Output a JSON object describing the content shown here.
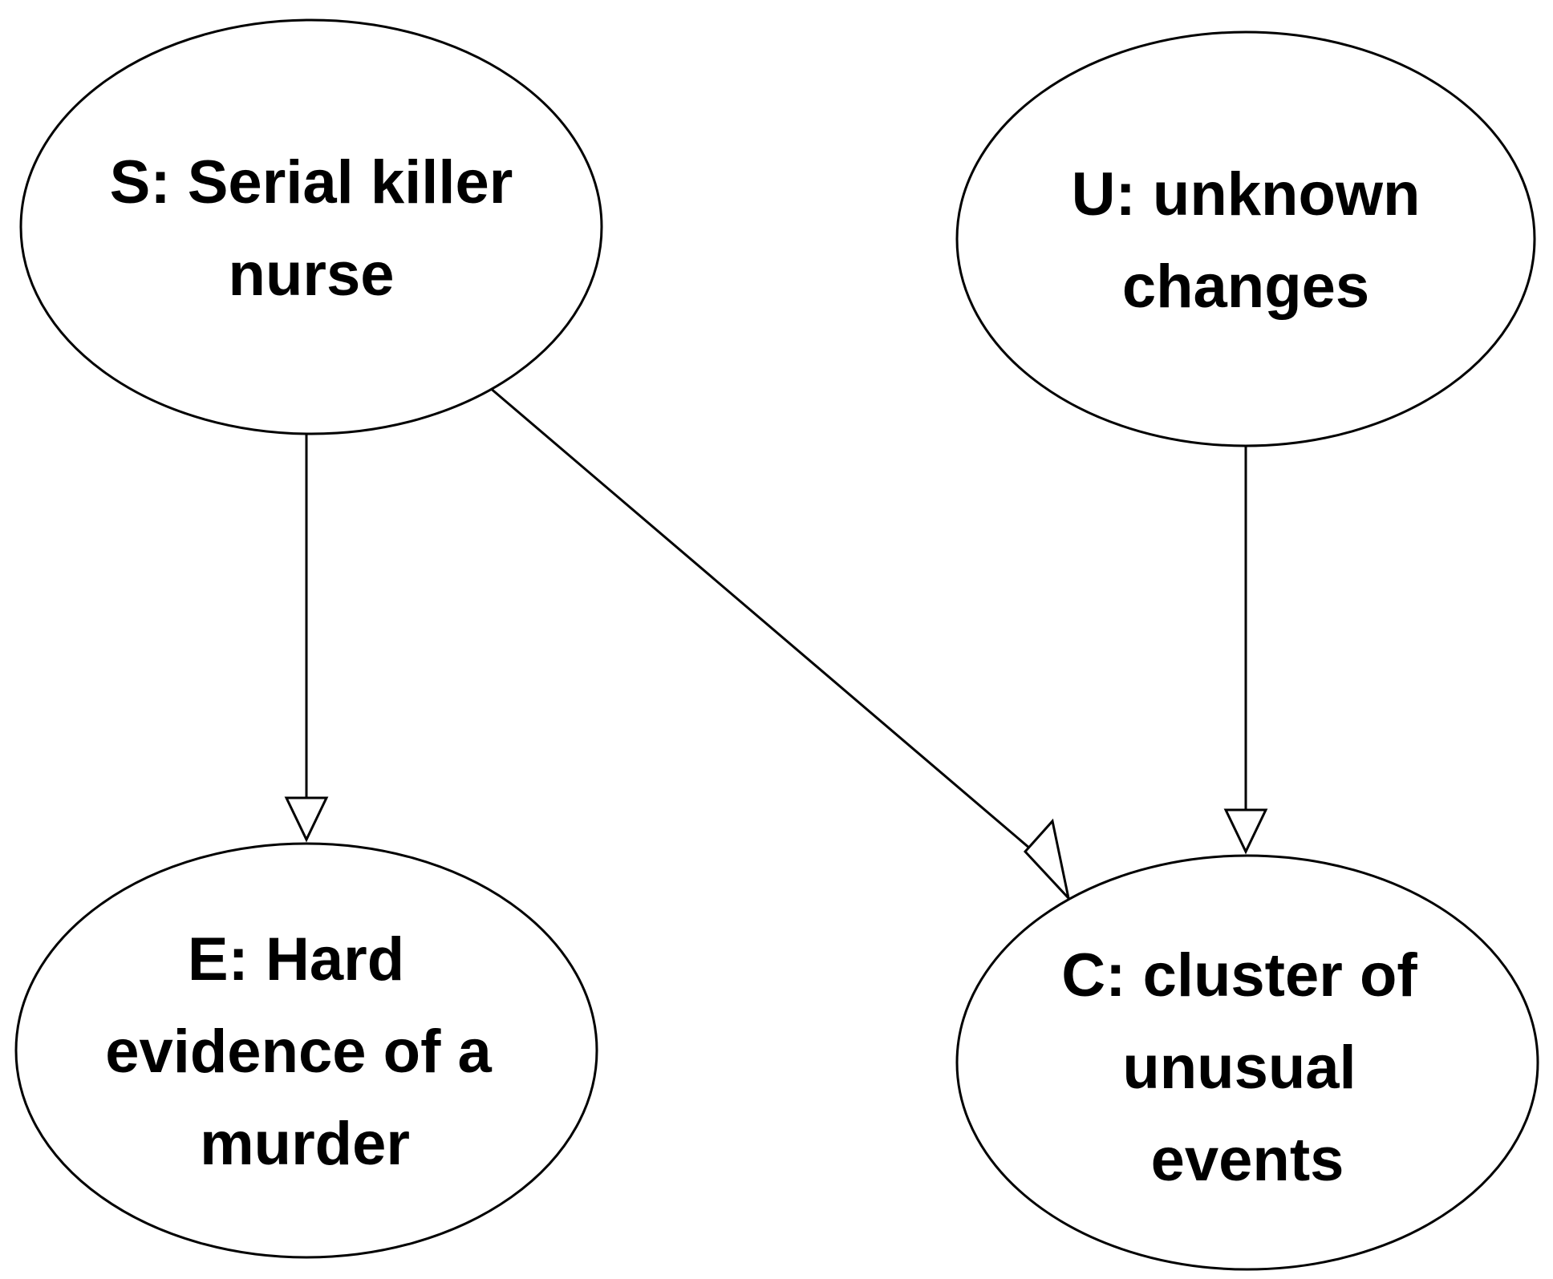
{
  "nodes": {
    "S": {
      "lines": [
        "S: Serial killer",
        "nurse"
      ]
    },
    "U": {
      "lines": [
        "U: unknown",
        "changes"
      ]
    },
    "E": {
      "lines": [
        "E: Hard",
        "evidence of a",
        "murder"
      ]
    },
    "C": {
      "lines": [
        "C: cluster of",
        "unusual",
        "events"
      ]
    }
  },
  "edges": [
    {
      "from": "S",
      "to": "E"
    },
    {
      "from": "S",
      "to": "C"
    },
    {
      "from": "U",
      "to": "C"
    }
  ]
}
